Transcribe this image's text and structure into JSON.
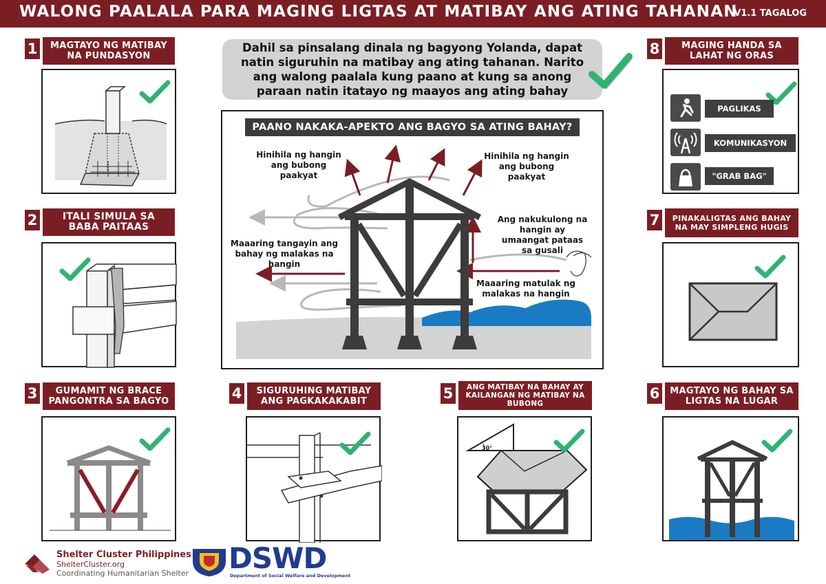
{
  "header": {
    "title": "WALONG PAALALA PARA MAGING LIGTAS AT MATIBAY ANG ATING TAHANAN",
    "version": "V1.1 TAGALOG"
  },
  "intro": "Dahil sa pinsalang dinala ng bagyong Yolanda, dapat natin siguruhin na matibay ang ating tahanan. Narito ang walong paalala kung paano at kung sa anong paraan natin itatayo ng maayos ang ating bahay",
  "tips": [
    {
      "num": "1",
      "label": "MAGTAYO NG MATIBAY NA PUNDASYON"
    },
    {
      "num": "2",
      "label": "ITALI SIMULA SA BABA PAITAAS"
    },
    {
      "num": "3",
      "label": "GUMAMIT NG BRACE PANGONTRA SA BAGYO"
    },
    {
      "num": "4",
      "label": "SIGURUHING MATIBAY ANG PAGKAKAKABIT"
    },
    {
      "num": "5",
      "label": "ANG MATIBAY NA BAHAY AY KAILANGAN NG MATIBAY NA BUBONG"
    },
    {
      "num": "6",
      "label": "MAGTAYO NG BAHAY SA LIGTAS NA LUGAR"
    },
    {
      "num": "7",
      "label": "PINAKALIGTAS ANG BAHAY NA MAY SIMPLENG HUGIS"
    },
    {
      "num": "8",
      "label": "MAGING HANDA SA LAHAT NG ORAS"
    }
  ],
  "main": {
    "title": "PAANO NAKAKA-APEKTO ANG BAGYO SA ATING BAHAY?",
    "labels": {
      "uplift_left": "Hinihila ng hangin ang bubong paakyat",
      "uplift_right": "Hinihila ng hangin ang bubong paakyat",
      "rising": "Ang nakukulong na hangin ay umaangat pataas sa gusali",
      "blowaway": "Maaaring tangayin ang bahay ng malakas na hangin",
      "push": "Maaaring matulak ng malakas na hangin"
    }
  },
  "roof_angle": "30°",
  "preparedness": [
    {
      "label": "PAGLIKAS",
      "icon": "evacuation-icon"
    },
    {
      "label": "KOMUNIKASYON",
      "icon": "radio-tower-icon"
    },
    {
      "label": "\"GRAB BAG\"",
      "icon": "bag-icon"
    }
  ],
  "footer": {
    "org": "Shelter Cluster Philippines",
    "url": "ShelterCluster.org",
    "tagline": "Coordinating Humanitarian Shelter",
    "dswd": "DSWD",
    "dswd_full": "Department of Social Welfare and Development"
  },
  "colors": {
    "maroon": "#7b1e24",
    "check": "#2fb371",
    "water": "#1a7bc4",
    "structure": "#3c3c3c"
  }
}
